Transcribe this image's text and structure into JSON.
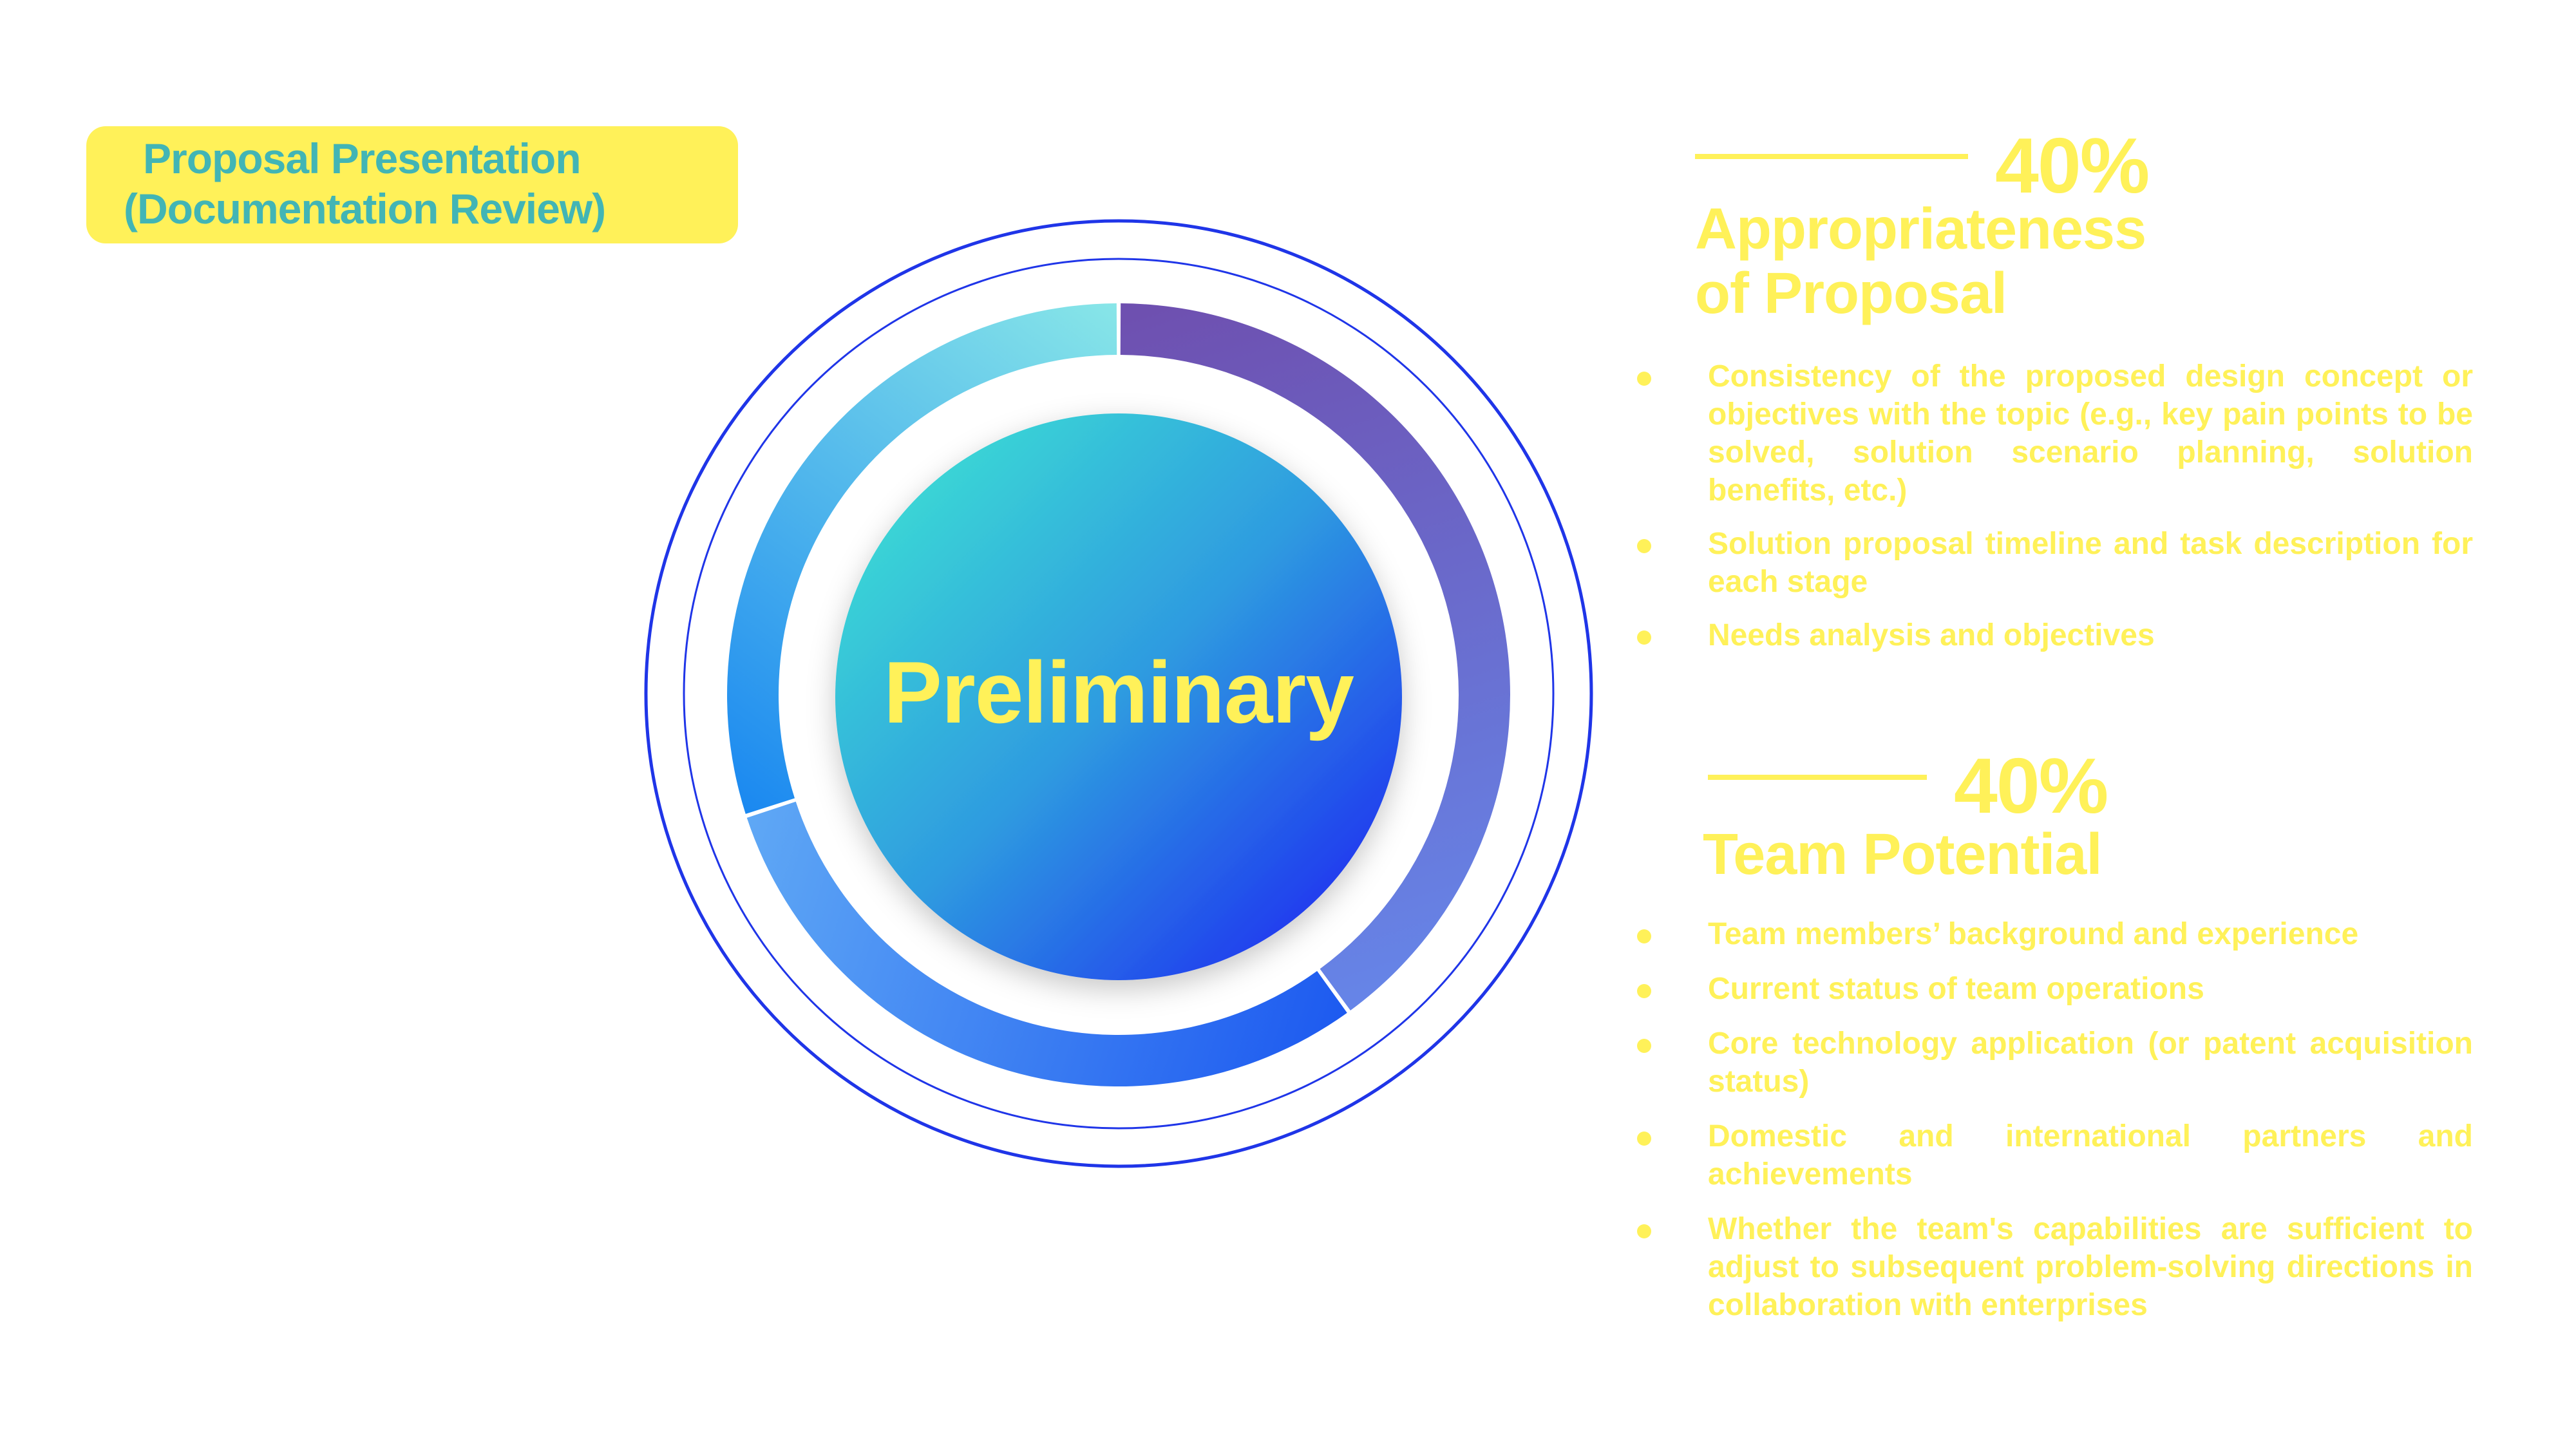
{
  "badge": {
    "line1": "Proposal Presentation",
    "line2": "(Documentation Review)"
  },
  "center": {
    "label": "Preliminary"
  },
  "donut": {
    "segments": [
      {
        "name": "appropriateness-segment",
        "percent": 40,
        "color_start": "#6E4FAF",
        "color_end": "#6685E8"
      },
      {
        "name": "team-segment",
        "percent": 30,
        "color_start": "#1D5AF0",
        "color_end": "#5FA8F5"
      },
      {
        "name": "remaining-segment",
        "percent": 30,
        "color_start": "#1A88F0",
        "color_end": "#88E6E8"
      }
    ]
  },
  "sections": [
    {
      "percent": "40%",
      "title_line1": "Appropriateness",
      "title_line2": "of Proposal",
      "items": [
        "Consistency of the proposed design concept or objectives with the topic (e.g., key pain points to be solved, solution scenario planning, solution benefits, etc.)",
        "Solution proposal timeline and task description for each stage",
        "Needs analysis and objectives"
      ]
    },
    {
      "percent": "40%",
      "title_line1": "Team Potential",
      "items": [
        "Team members’ background and experience",
        "Current status of team operations",
        "Core technology application (or patent acquisition status)",
        "Domestic and international partners and achievements",
        "Whether the team's capabilities are sufficient to adjust to subsequent problem-solving directions in collaboration with enterprises"
      ]
    }
  ],
  "colors": {
    "accent_yellow": "#FFF159",
    "badge_text": "#42B5B5",
    "ring_blue": "#1F35E8"
  }
}
